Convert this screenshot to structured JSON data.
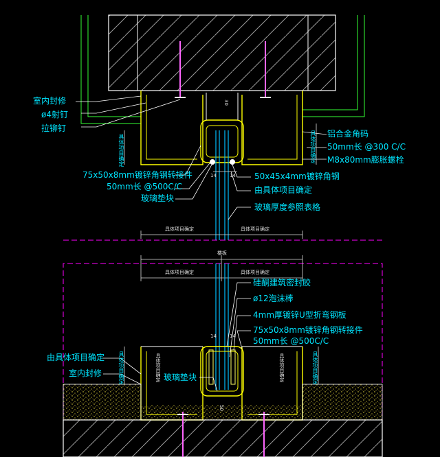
{
  "colors": {
    "background": "#000000",
    "label": "#00e5ff",
    "concrete": "#ffffff",
    "steel": "#ffff00",
    "glass": "#00bfff",
    "sealant": "#ffff66",
    "anchor_bolt": "#ff66ff",
    "dimension": "#dddddd",
    "centerline": "#ff00ff",
    "hatch": "#aaaaaa",
    "leader": "#ffffff",
    "insulation": "#ffee44"
  },
  "top_detail": {
    "labels": {
      "interior_finish": "室内封修",
      "shooting_nail": "ø4射钉",
      "blind_rivet": "拉铆钉",
      "alu_corner": "铝合金角码",
      "alu_corner_spec": "50mm长 @300 C/C",
      "expansion_bolt": "M8x80mm膨胀螺栓",
      "angle_connector": "75x50x8mm镀锌角钢转接件",
      "angle_connector_spec": "50mm长 @500C/C",
      "glass_pad": "玻璃垫块",
      "galv_angle": "50x45x4mm镀锌角钢",
      "project_specific": "由具体项目确定",
      "glass_thickness": "玻璃厚度参照表格",
      "vertical_left": "具体项目确定",
      "vertical_right": "具体项目确定",
      "dim_left_1": "具体项目确定",
      "dim_right_1": "具体项目确定",
      "dim_center": "30",
      "dim_14a": "14",
      "dim_14b": "14"
    }
  },
  "bottom_detail": {
    "labels": {
      "silicone_seal": "硅酮建筑密封胶",
      "foam_rod": "ø12泡沫棒",
      "u_channel": "4mm厚镀锌U型折弯钢板",
      "angle_connector": "75x50x8mm镀锌角钢转接件",
      "angle_connector_spec": "50mm长 @500C/C",
      "project_specific": "由具体项目确定",
      "interior_finish": "室内封修",
      "glass_pad": "玻璃垫块",
      "dim_overall": "楼板",
      "dim_left_2": "具体项目确定",
      "dim_right_2": "具体项目确定",
      "dim_14a": "14",
      "dim_14b": "14",
      "dim_left_3": "具体项目确定",
      "dim_right_3": "具体项目确定",
      "vertical_left": "具体项目确定",
      "vertical_right": "具体项目确定",
      "dim_50": "50"
    }
  }
}
